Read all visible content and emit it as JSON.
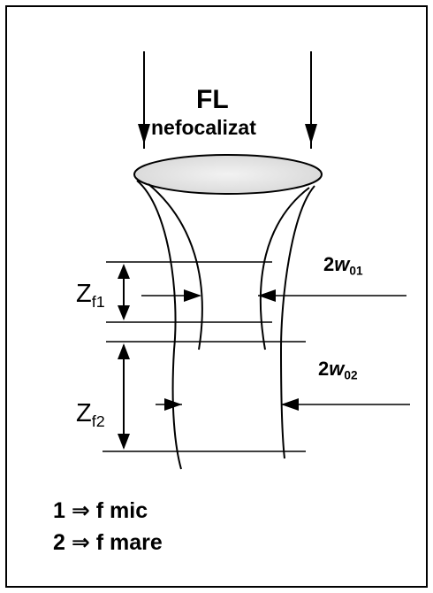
{
  "beam": {
    "label": "FL",
    "state": "nefocalizat"
  },
  "waists": [
    {
      "coef": "2",
      "symbol": "w",
      "subscript": "01"
    },
    {
      "coef": "2",
      "symbol": "w",
      "subscript": "02"
    }
  ],
  "distances": [
    {
      "symbol": "Z",
      "subscript": "f1"
    },
    {
      "symbol": "Z",
      "subscript": "f2"
    }
  ],
  "legend": [
    {
      "key": "1",
      "arrow": "⇒",
      "text": "f mic"
    },
    {
      "key": "2",
      "arrow": "⇒",
      "text": "f mare"
    }
  ],
  "colors": {
    "ink": "#000000",
    "lens_fill": "#e6e6e6",
    "background": "#ffffff"
  }
}
